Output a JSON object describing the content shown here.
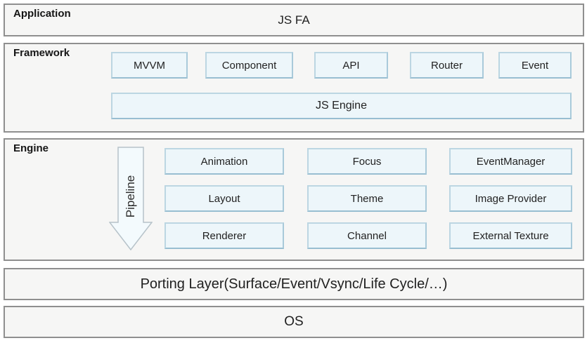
{
  "layers": {
    "application": {
      "label": "Application",
      "content": "JS FA"
    },
    "framework": {
      "label": "Framework",
      "boxes": [
        "MVVM",
        "Component",
        "API",
        "Router",
        "Event"
      ],
      "engine_box": "JS Engine"
    },
    "engine": {
      "label": "Engine",
      "pipeline_label": "Pipeline",
      "grid": [
        [
          "Animation",
          "Focus",
          "EventManager"
        ],
        [
          "Layout",
          "Theme",
          "Image Provider"
        ],
        [
          "Renderer",
          "Channel",
          "External Texture"
        ]
      ]
    },
    "porting": {
      "content": "Porting Layer(Surface/Event/Vsync/Life Cycle/…)"
    },
    "os": {
      "content": "OS"
    }
  },
  "colors": {
    "layer_background": "#f6f6f5",
    "layer_border": "#8f8f8f",
    "module_background": "#edf6fa",
    "module_border": "#aecde0",
    "text": "#1f1f1f"
  }
}
